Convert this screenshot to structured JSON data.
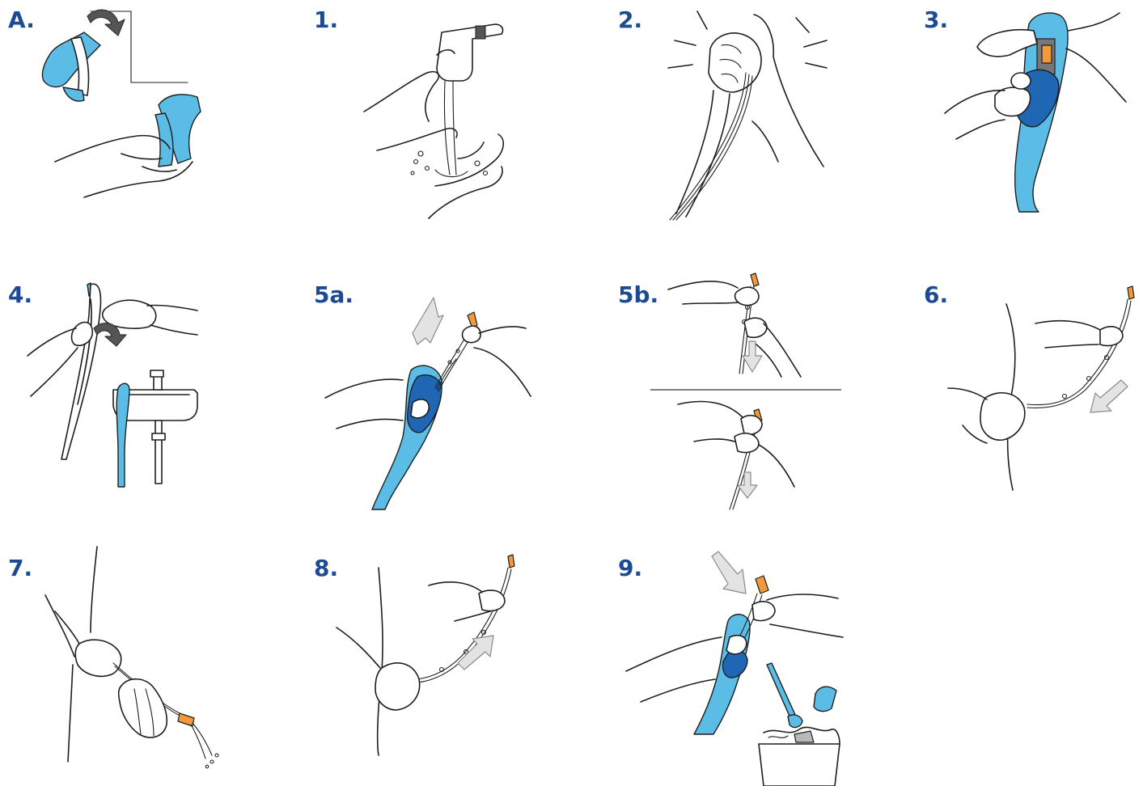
{
  "steps": [
    {
      "label": "A."
    },
    {
      "label": "1."
    },
    {
      "label": "2."
    },
    {
      "label": "3."
    },
    {
      "label": "4."
    },
    {
      "label": "5a."
    },
    {
      "label": "5b."
    },
    {
      "label": "6."
    },
    {
      "label": "7."
    },
    {
      "label": "8."
    },
    {
      "label": "9."
    }
  ],
  "colors": {
    "label": "#1c4b91",
    "light_blue": "#5bbde6",
    "dark_blue": "#1f66b5",
    "orange": "#f29a3a",
    "arrow_grey": "#e3e3e3"
  }
}
